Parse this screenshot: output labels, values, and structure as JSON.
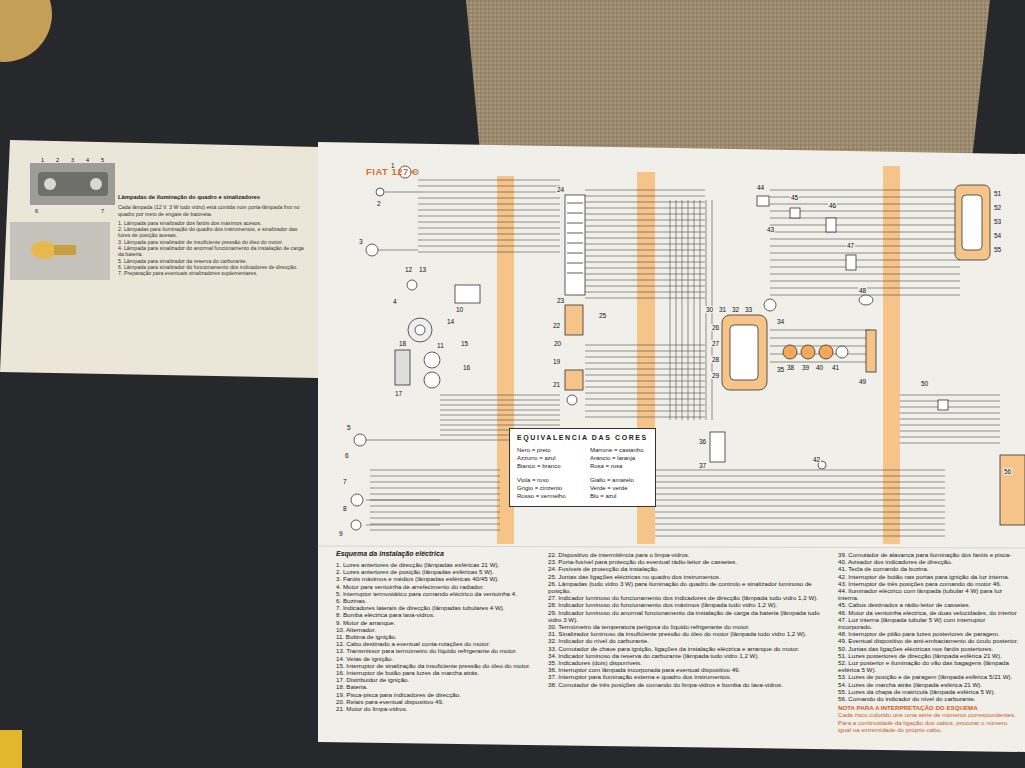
{
  "diagram": {
    "title": "FIAT 127 C",
    "caption": "Esquema da instalação eléctrica",
    "nodes": [
      {
        "text": [
          "EQUIVALENCIA DAS CORES",
          "Nero = preto",
          "Marrone = castanho",
          "Azzurro = azul",
          "Arancio = laranja",
          "Bianco = branco",
          "Rosa = rosa",
          "Viola = roxo",
          "Giallo = amarelo",
          "Grigio = cinzento",
          "Verde = verde",
          "Rosso = vermelho",
          "Blu = azul"
        ]
      }
    ],
    "labels": [
      "Lâmpadas de iluminação do quadro e sinalizadores",
      "Cada lâmpada (12 V, 3 W tudo vidro) está contida num porta-lâmpada fixo no quadro por meio de engate de baioneta.",
      "1. Lâmpada para sinalizador dos faróis dos máximos acesos.",
      "2. Lâmpadas para iluminação do quadro dos instrumentos, e sinalizador das luzes de posição acesas.",
      "3. Lâmpada para sinalizador de insuficiente pressão do óleo do motor.",
      "4. Lâmpada para sinalizador do anormal funcionamento da instalação de carga da bateria.",
      "5. Lâmpada para sinalizador da reserva do carburante.",
      "6. Lâmpada para sinalizador do funcionamento dos indicadores de direcção.",
      "7. Preparação para eventuais sinalizadores suplementares.",
      "1",
      "2",
      "3",
      "4",
      "5",
      "6",
      "7",
      "1",
      "2",
      "3",
      "4",
      "5",
      "6",
      "7",
      "8",
      "9",
      "10",
      "11",
      "12",
      "13",
      "14",
      "15",
      "16",
      "17",
      "18",
      "19",
      "20",
      "21",
      "22",
      "23",
      "24",
      "25",
      "26",
      "27",
      "28",
      "29",
      "30",
      "31",
      "32",
      "33",
      "34",
      "35",
      "36",
      "37",
      "38",
      "39",
      "40",
      "41",
      "42",
      "43",
      "44",
      "45",
      "46",
      "47",
      "48",
      "49",
      "50",
      "51",
      "52",
      "53",
      "54",
      "55",
      "56",
      "1. Luzes anteriores de direcção (lâmpadas esféricas 21 W).",
      "2. Luzes anteriores de posição (lâmpadas esféricas 5 W).",
      "3. Faróis máximos e médios (lâmpadas esféricas 40/45 W).",
      "4. Motor para ventoinha de arrefecimento do radiador.",
      "5. Interruptor termostático para comando eléctrico da ventoinha 4.",
      "6. Buzinas.",
      "7. Indicadores laterais de direcção (lâmpadas tubulares 4 W).",
      "8. Bomba eléctrica para lava-vidros.",
      "9. Motor de arranque.",
      "10. Alternador.",
      "11. Bobina de ignição.",
      "12. Cabo destinado a eventual conta-rotações do motor.",
      "13. Transmissor para termómetro do líquido refrigerante do motor.",
      "14. Velas de ignição.",
      "15. Interruptor de sinalização da insuficiente pressão do óleo do motor.",
      "16. Interruptor de botão para luzes da marcha atrás.",
      "17. Distribuidor de ignição.",
      "18. Bateria.",
      "19. Pisca-pisca para indicadores de direcção.",
      "20. Relais para eventual dispositivo 49.",
      "21. Motor do limpa-vidros.",
      "22. Dispositivo de intermitência para o limpa-vidros.",
      "23. Porta-fusível para protecção do eventual rádio-leitor de cassetes.",
      "24. Fusíveis de protecção da instalação.",
      "25. Juntas das ligações eléctricas no quadro dos instrumentos.",
      "26. Lâmpadas (tudo vidro 3 W) para iluminação do quadro de controlo e sinalizador luminoso de posição.",
      "27. Indicador luminoso do funcionamento dos indicadores de direcção (lâmpada tudo vidro 1,2 W).",
      "28. Indicador luminoso do funcionamento dos máximos (lâmpada tudo vidro 1,2 W).",
      "29. Indicador luminoso do anormal funcionamento da instalação de carga da bateria (lâmpada tudo vidro 3 W).",
      "30. Termómetro da temperatura perigosa do líquido refrigerante do motor.",
      "31. Sinalizador luminoso da insuficiente pressão do óleo do motor (lâmpada tudo vidro 1,2 W).",
      "32. Indicador do nível do carburante.",
      "33. Comutador de chave para ignição, ligações da instalação eléctrica e arranque do motor.",
      "34. Indicador luminoso da reserva do carburante (lâmpada tudo vidro 1,2 W).",
      "35. Indicadores (dois) disponíveis.",
      "36. Interruptor com lâmpada incorporada para eventual dispositivo 49.",
      "37. Interruptor para iluminação externa e quadro dos instrumentos.",
      "38. Comutador de três posições de comando do limpa-vidros e bomba do lava-vidros.",
      "39. Comutador de alavanca para iluminação dos faróis e pisca-",
      "40. Avisador dos indicadores de direcção.",
      "41. Tecla de comando da buzina.",
      "42. Interruptor de botão nas portas para ignição da luz interna.",
      "43. Interruptor de três posições para comando do motor 46.",
      "44. Iluminador eléctrico com lâmpada (tubular 4 W) para luz interna.",
      "45. Cabos destinados a rádio-leitor de cassetes.",
      "46. Motor da ventoinha eléctrica, de duas velocidades, do interior",
      "47. Luz interna (lâmpada tubular 5 W) com interruptor incorporado.",
      "48. Interruptor de pitão para luzes posteriores de paragem.",
      "49. Eventual dispositivo de anti-embaciamento do óculo posterior.",
      "50. Juntas das ligações eléctricas nos faróis posteriores.",
      "51. Luzes posteriores de direcção (lâmpada esférica 21 W).",
      "52. Luz posterior e iluminação do vão das bagagens (lâmpada esférica 5 W).",
      "53. Luzes de posição e de paragem (lâmpada esférica 5/21 W).",
      "54. Luzes de marcha atrás (lâmpada esférica 21 W).",
      "55. Luzes da chapa de matrícula (lâmpada esférica 5 W).",
      "56. Comando do indicador do nível do carburante.",
      "NOTA PARA A INTERPRETAÇÃO DO ESQUEMA",
      "Cada risco colorido une uma série de números correspondentes. Para a continuidade da ligação dos cabos, procurar o número igual na extremidade do próprio cabo."
    ]
  }
}
